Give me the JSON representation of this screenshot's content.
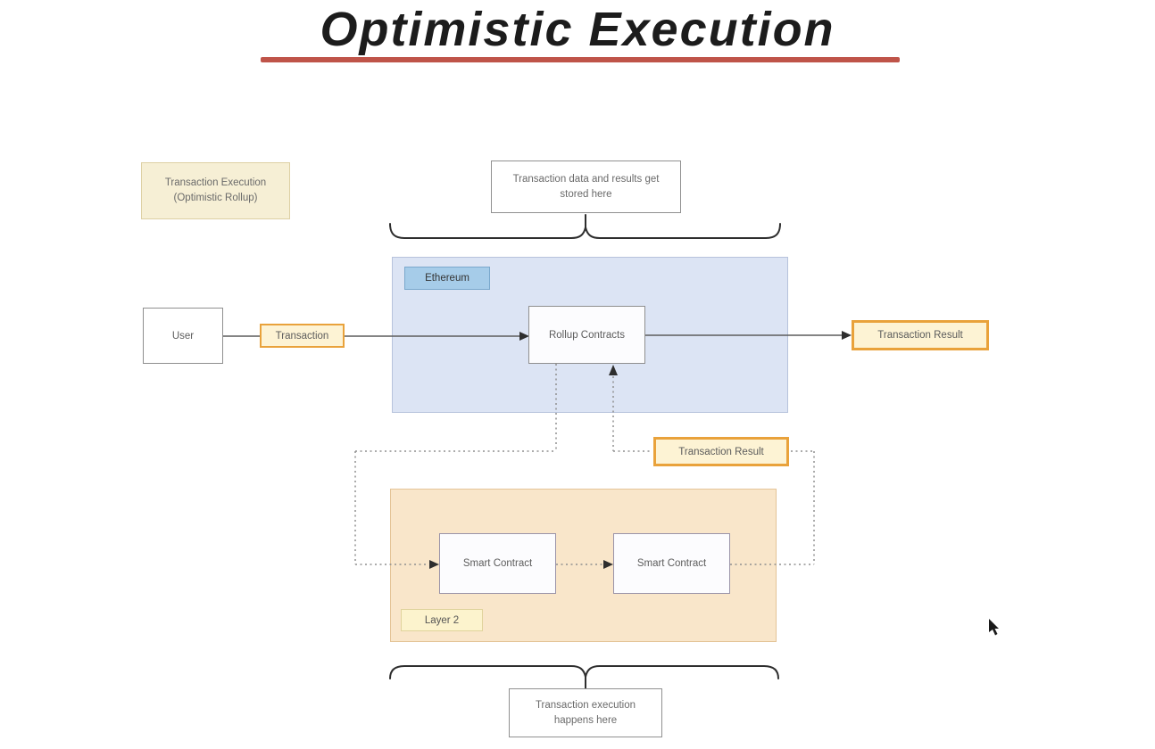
{
  "title": "Optimistic Execution",
  "note_box": "Transaction Execution (Optimistic Rollup)",
  "callouts": {
    "top": "Transaction data and results get stored here",
    "bottom": "Transaction execution happens here"
  },
  "ethereum_panel": {
    "badge": "Ethereum",
    "rollup_box": "Rollup Contracts"
  },
  "layer2_panel": {
    "badge": "Layer 2",
    "smart_contract_left": "Smart Contract",
    "smart_contract_right": "Smart Contract"
  },
  "flow": {
    "user_box": "User",
    "transaction_label": "Transaction",
    "transaction_result_right": "Transaction Result",
    "transaction_result_mid": "Transaction Result"
  },
  "colors": {
    "title_underline": "#bf5449",
    "ethereum_panel_fill": "#dce4f4",
    "ethereum_panel_border": "#b7c3dc",
    "ethereum_badge_fill": "#a6cce9",
    "ethereum_badge_border": "#79a8cc",
    "layer2_panel_fill": "#f9e6ca",
    "layer2_panel_border": "#e4c497",
    "layer2_badge_fill": "#fcf3cd",
    "layer2_badge_border": "#e0d39c",
    "accent_border": "#e9a23b",
    "accent_fill": "#fdf3d4",
    "note_fill": "#f6efd5",
    "note_border": "#ddd0a4",
    "connector_solid": "#5c5c5c",
    "connector_dotted": "#8f8f8f",
    "brace": "#2e2e2e"
  }
}
